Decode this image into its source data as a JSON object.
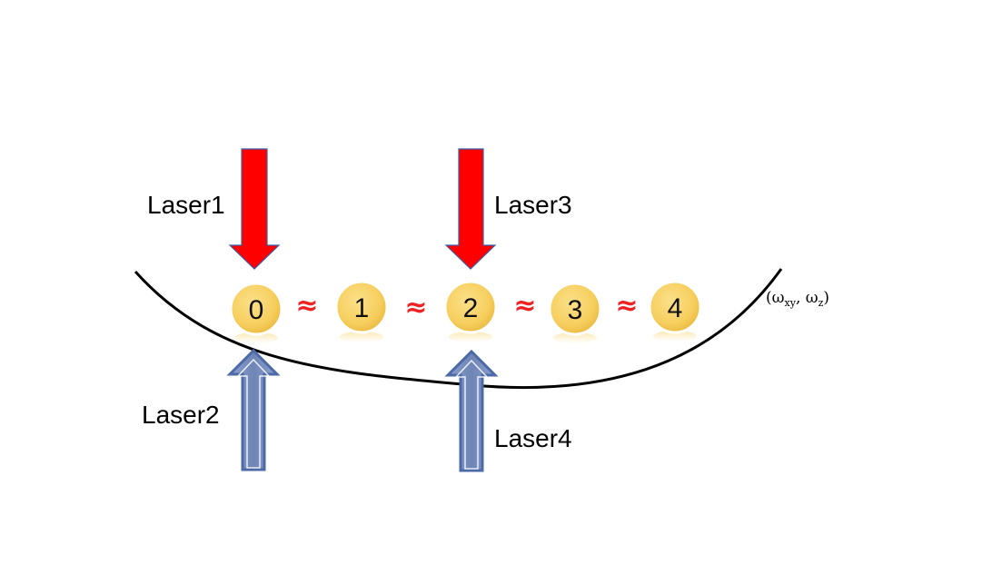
{
  "lasers": [
    {
      "name": "laser-1",
      "label": "Laser1",
      "direction": "down",
      "color": "#ff0000"
    },
    {
      "name": "laser-2",
      "label": "Laser2",
      "direction": "up",
      "color": "#7388b8"
    },
    {
      "name": "laser-3",
      "label": "Laser3",
      "direction": "down",
      "color": "#ff0000"
    },
    {
      "name": "laser-4",
      "label": "Laser4",
      "direction": "up",
      "color": "#7388b8"
    }
  ],
  "ions": [
    "0",
    "1",
    "2",
    "3",
    "4"
  ],
  "coupling_symbol": "≈",
  "colors": {
    "ion_fill": "#f6ce5d",
    "approx": "#ee2222",
    "trap_curve": "#000000"
  },
  "trap_frequency": {
    "open": "(",
    "omega": "ω",
    "xy": "xy",
    "sep": ", ",
    "z": "z",
    "close": ")"
  }
}
